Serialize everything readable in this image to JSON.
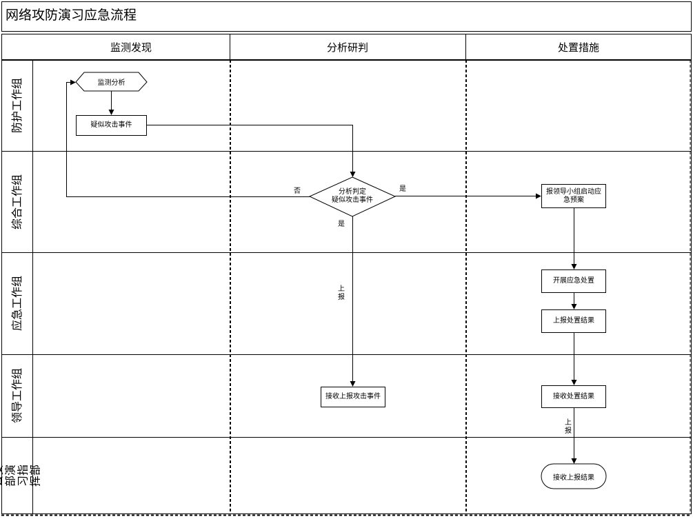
{
  "title": "网络攻防演习应急流程",
  "columns": [
    "监测发现",
    "分析研判",
    "处置措施"
  ],
  "rows": [
    "防护工作组",
    "综合工作组",
    "应急工作组",
    "领导工作组",
    "公安部演习指挥部"
  ],
  "nodes": {
    "monitor_analysis": "监测分析",
    "suspected_attack": "疑似攻击事件",
    "decision_line1": "分析判定",
    "decision_line2": "疑似攻击事件",
    "report_leader": "报领导小组启动应急预案",
    "start_emergency": "开展应急处置",
    "report_result": "上报处置结果",
    "receive_attack_report": "接收上报攻击事件",
    "receive_handle_result": "接收处置结果",
    "receive_report_result": "接收上报结果"
  },
  "edge_labels": {
    "no": "否",
    "yes_right": "是",
    "yes_down": "是",
    "report_mid": "上报",
    "report_right": "上报"
  }
}
